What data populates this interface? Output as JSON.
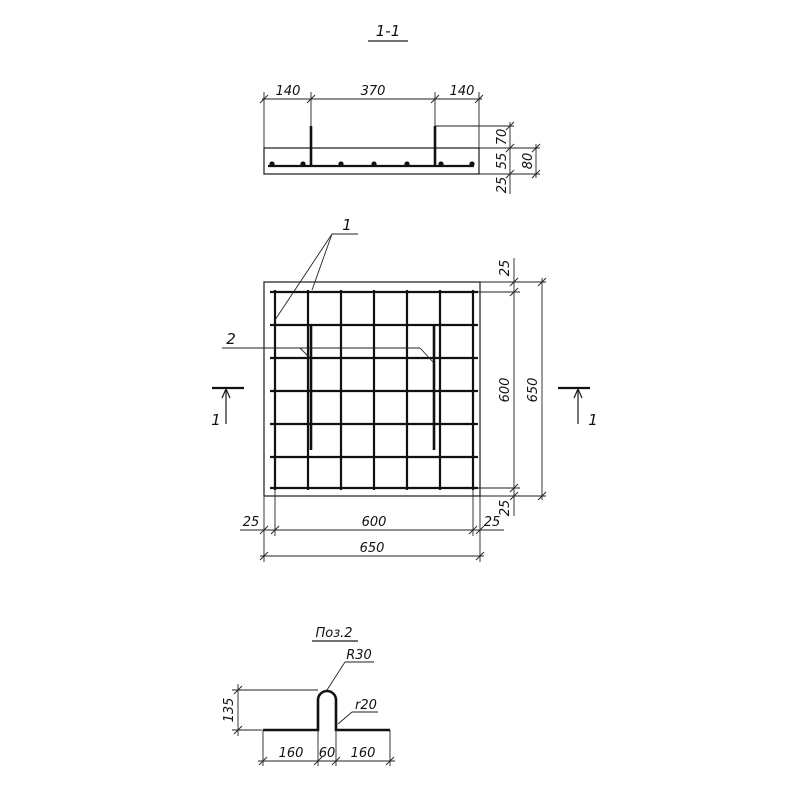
{
  "section_title": "1-1",
  "section": {
    "dims_top": [
      "140",
      "370",
      "140"
    ],
    "dims_right": [
      "70",
      "55",
      "80",
      "25"
    ]
  },
  "plan": {
    "callout_bar_1": "1",
    "callout_bar_2": "2",
    "cut_mark_left": "1",
    "cut_mark_right": "1",
    "dim_right_top": "25",
    "dim_right_inner": "600",
    "dim_right_outer": "650",
    "dim_right_bottom": "25",
    "dim_bottom_left": "25",
    "dim_bottom_inner": "600",
    "dim_bottom_right": "25",
    "dim_bottom_outer": "650"
  },
  "detail": {
    "title": "Поз.2",
    "radius_top": "R30",
    "radius_bottom": "r20",
    "dim_height": "135",
    "dims_bottom": [
      "160",
      "60",
      "160"
    ]
  }
}
